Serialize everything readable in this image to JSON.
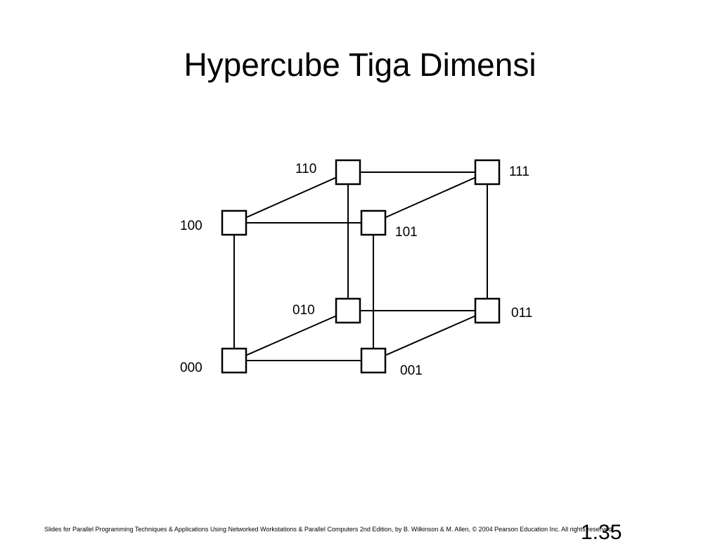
{
  "slide": {
    "title": "Hypercube Tiga Dimensi",
    "footer": "Slides for Parallel Programming Techniques & Applications Using Networked Workstations & Parallel Computers 2nd Edition, by B. Wilkinson & M. Allen, © 2004 Pearson Education Inc. All rights reserved.",
    "page_number": "1.35"
  },
  "hypercube": {
    "nodes": [
      {
        "id": "000",
        "label": "000"
      },
      {
        "id": "001",
        "label": "001"
      },
      {
        "id": "010",
        "label": "010"
      },
      {
        "id": "011",
        "label": "011"
      },
      {
        "id": "100",
        "label": "100"
      },
      {
        "id": "101",
        "label": "101"
      },
      {
        "id": "110",
        "label": "110"
      },
      {
        "id": "111",
        "label": "111"
      }
    ],
    "edges": [
      [
        "000",
        "001"
      ],
      [
        "000",
        "010"
      ],
      [
        "000",
        "100"
      ],
      [
        "001",
        "011"
      ],
      [
        "001",
        "101"
      ],
      [
        "010",
        "011"
      ],
      [
        "010",
        "110"
      ],
      [
        "011",
        "111"
      ],
      [
        "100",
        "101"
      ],
      [
        "100",
        "110"
      ],
      [
        "101",
        "111"
      ],
      [
        "110",
        "111"
      ]
    ]
  }
}
